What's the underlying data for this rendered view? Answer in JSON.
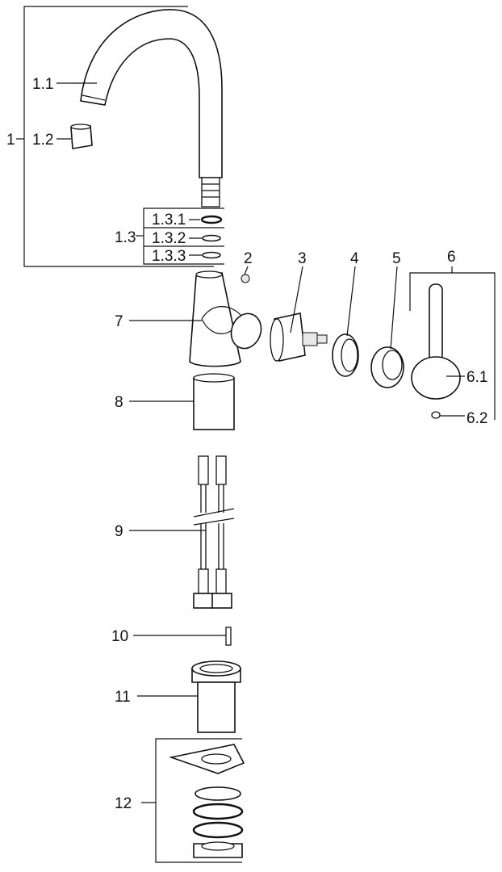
{
  "diagram": {
    "title": "Faucet exploded parts view",
    "labels": {
      "p1": "1",
      "p1_1": "1.1",
      "p1_2": "1.2",
      "p1_3": "1.3",
      "p1_3_1": "1.3.1",
      "p1_3_2": "1.3.2",
      "p1_3_3": "1.3.3",
      "p2": "2",
      "p3": "3",
      "p4": "4",
      "p5": "5",
      "p6": "6",
      "p6_1": "6.1",
      "p6_2": "6.2",
      "p7": "7",
      "p8": "8",
      "p9": "9",
      "p10": "10",
      "p11": "11",
      "p12": "12"
    }
  }
}
